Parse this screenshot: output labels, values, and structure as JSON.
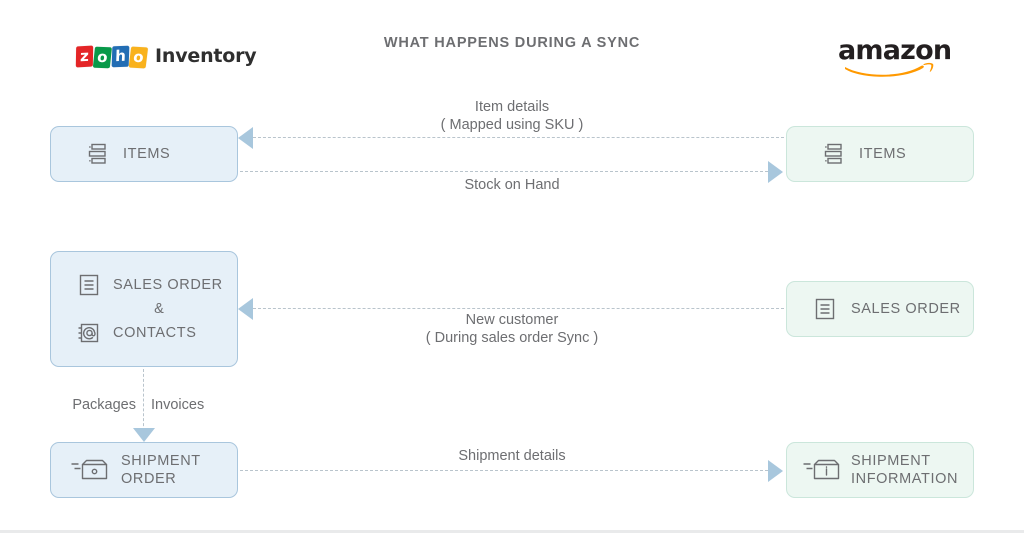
{
  "header": {
    "title": "WHAT HAPPENS DURING A SYNC",
    "left_brand": {
      "tiles": [
        "z",
        "o",
        "h",
        "o"
      ],
      "tile_colors": [
        "#e42527",
        "#089949",
        "#226db4",
        "#f9b21d"
      ],
      "word": "Inventory",
      "name": "Zoho Inventory"
    },
    "right_brand": {
      "word": "amazon",
      "swoosh_color": "#ff9900"
    }
  },
  "colors": {
    "left_fill": "#e6f0f8",
    "left_border": "#a9c6dd",
    "right_fill": "#edf7f2",
    "right_border": "#cbe6db",
    "arrow": "#a8c7dd",
    "dash": "#b9c4cc",
    "text": "#6d6e71"
  },
  "nodes": {
    "items_left": {
      "label": "ITEMS",
      "icon": "items-list-icon"
    },
    "items_right": {
      "label": "ITEMS",
      "icon": "items-list-icon"
    },
    "sales_order_left": {
      "label_primary": "SALES ORDER",
      "conjunction": "&",
      "label_secondary": "CONTACTS",
      "icon_primary": "document-lines-icon",
      "icon_secondary": "contact-card-icon"
    },
    "sales_order_right": {
      "label": "SALES ORDER",
      "icon": "document-lines-icon"
    },
    "shipment_left": {
      "label": "SHIPMENT\nORDER",
      "icon": "shipment-box-icon"
    },
    "shipment_right": {
      "label": "SHIPMENT\nINFORMATION",
      "icon": "shipment-box-info-icon"
    }
  },
  "connectors": {
    "item_details": {
      "label": "Item details\n( Mapped using SKU )",
      "direction": "right-to-left"
    },
    "stock_on_hand": {
      "label": "Stock on Hand",
      "direction": "left-to-right"
    },
    "new_customer": {
      "label": "New customer\n( During sales order Sync )",
      "direction": "right-to-left"
    },
    "packages_invoices": {
      "left_label": "Packages",
      "right_label": "Invoices",
      "direction": "top-to-bottom"
    },
    "shipment_details": {
      "label": "Shipment details",
      "direction": "left-to-right"
    }
  }
}
